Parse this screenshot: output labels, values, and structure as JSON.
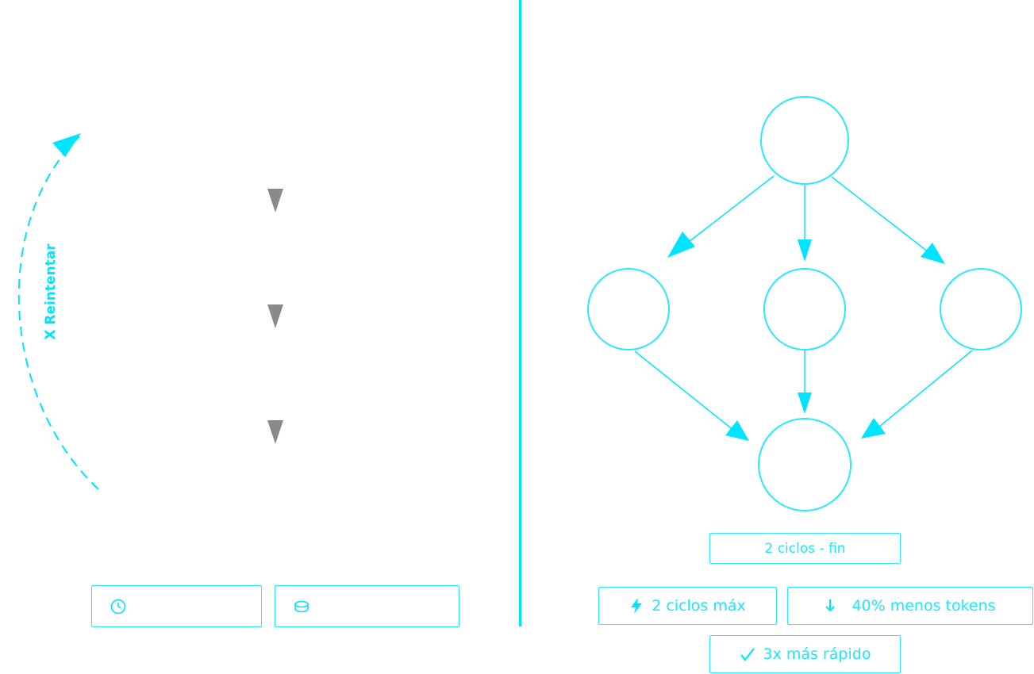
{
  "colors": {
    "accent": "#00e5ff",
    "muted_arrow": "#8a8a8a",
    "background": "#ffffff"
  },
  "left_panel": {
    "retry_label": "X Reintentar",
    "stats": [
      {
        "icon": "clock-icon",
        "label": ""
      },
      {
        "icon": "database-icon",
        "label": ""
      }
    ]
  },
  "right_panel": {
    "result_box": "2 ciclos - fin",
    "metrics": [
      {
        "icon": "lightning-icon",
        "label": "2 ciclos máx"
      },
      {
        "icon": "arrow-down-icon",
        "label": "40% menos tokens"
      },
      {
        "icon": "checkmark-icon",
        "label": "3x más rápido"
      }
    ]
  }
}
